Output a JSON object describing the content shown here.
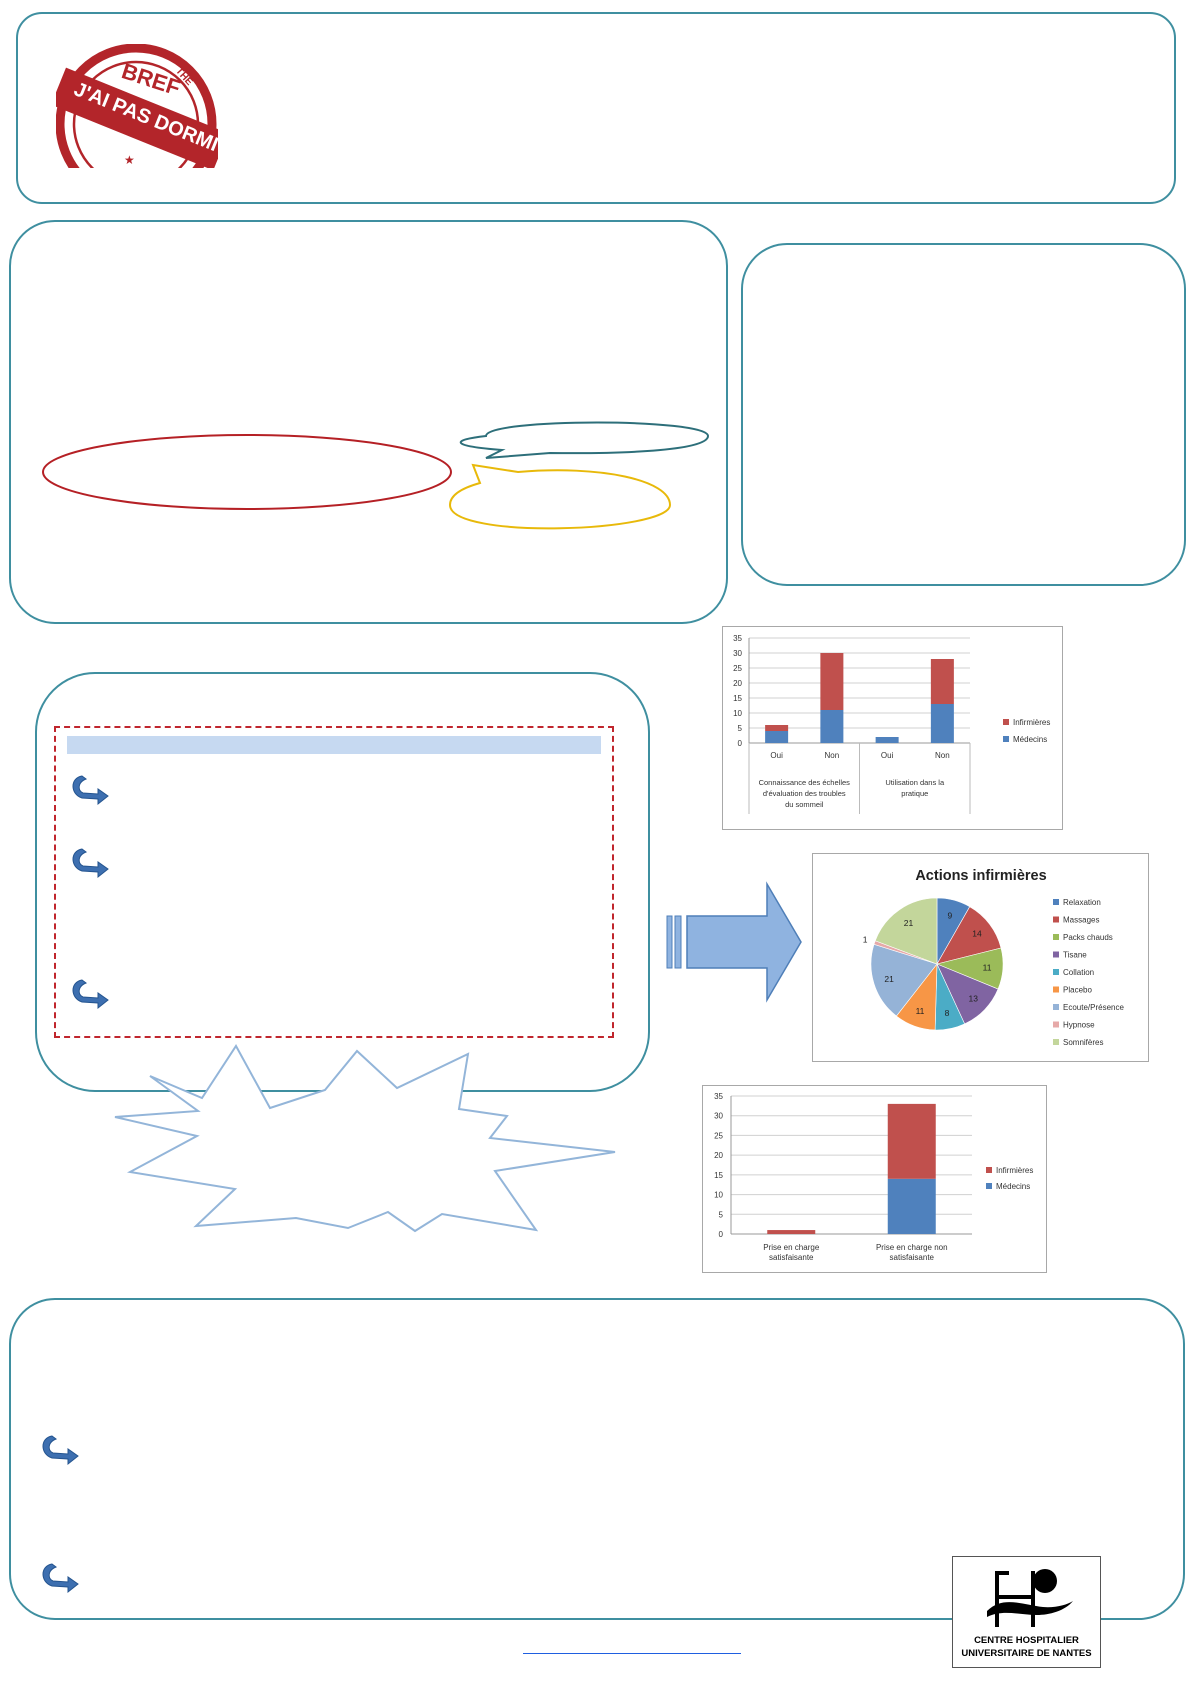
{
  "stamp": {
    "top_text": "BREF",
    "middle_text": "J'AI PAS DORMI",
    "ring_text": "THE"
  },
  "logo": {
    "line1": "CENTRE HOSPITALIER",
    "line2": "UNIVERSITAIRE DE NANTES"
  },
  "colors": {
    "panel_border": "#3f8fa0",
    "stamp_red": "#b3252a",
    "infirmieres": "#c0504d",
    "medecins": "#4f81bd",
    "arrow_blue": "#3d6fb0"
  },
  "chart_data": [
    {
      "type": "bar",
      "stacked": true,
      "categories": [
        "Oui",
        "Non",
        "Oui",
        "Non"
      ],
      "groups": [
        {
          "label": "Connaissance des échelles d'évaluation des troubles du sommeil",
          "span": [
            0,
            1
          ]
        },
        {
          "label": "Utilisation dans la pratique",
          "span": [
            2,
            3
          ]
        }
      ],
      "series": [
        {
          "name": "Médecins",
          "color": "#4f81bd",
          "values": [
            4,
            11,
            2,
            13
          ]
        },
        {
          "name": "Infirmières",
          "color": "#c0504d",
          "values": [
            2,
            19,
            0,
            15
          ]
        }
      ],
      "ylim": [
        0,
        35
      ],
      "yticks": [
        0,
        5,
        10,
        15,
        20,
        25,
        30,
        35
      ],
      "grid": true,
      "legend": "right"
    },
    {
      "type": "pie",
      "title": "Actions infirmières",
      "slices": [
        {
          "name": "Relaxation",
          "value": 9,
          "color": "#4f81bd"
        },
        {
          "name": "Massages",
          "value": 14,
          "color": "#c0504d"
        },
        {
          "name": "Packs chauds",
          "value": 11,
          "color": "#9bbb59"
        },
        {
          "name": "Tisane",
          "value": 13,
          "color": "#8064a2"
        },
        {
          "name": "Collation",
          "value": 8,
          "color": "#4bacc6"
        },
        {
          "name": "Placebo",
          "value": 11,
          "color": "#f79646"
        },
        {
          "name": "Ecoute/Présence",
          "value": 21,
          "color": "#95b3d7"
        },
        {
          "name": "Hypnose",
          "value": 1,
          "color": "#e6a9a8"
        },
        {
          "name": "Somnifères",
          "value": 21,
          "color": "#c3d69b"
        }
      ],
      "legend": "right"
    },
    {
      "type": "bar",
      "stacked": true,
      "categories": [
        "Prise en charge satisfaisante",
        "Prise en charge non satisfaisante"
      ],
      "series": [
        {
          "name": "Médecins",
          "color": "#4f81bd",
          "values": [
            0,
            14
          ]
        },
        {
          "name": "Infirmières",
          "color": "#c0504d",
          "values": [
            1,
            19
          ]
        }
      ],
      "ylim": [
        0,
        35
      ],
      "yticks": [
        0,
        5,
        10,
        15,
        20,
        25,
        30,
        35
      ],
      "grid": true,
      "legend": "right"
    }
  ]
}
